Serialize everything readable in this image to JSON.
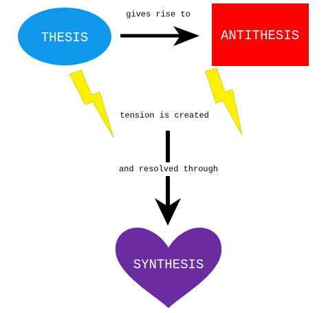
{
  "nodes": {
    "thesis": {
      "label": "THESIS",
      "color": "#1099ea"
    },
    "antithesis": {
      "label": "ANTITHESIS",
      "color": "#ff0000"
    },
    "synthesis": {
      "label": "SYNTHESIS",
      "color": "#6a2ca0"
    }
  },
  "edges": {
    "gives_rise_to": "gives rise to",
    "tension_is_created": "tension is created",
    "resolved_through": "and resolved through"
  },
  "colors": {
    "arrow": "#000000",
    "lightning": "#ffef00",
    "text_on_node": "#ffffff"
  }
}
